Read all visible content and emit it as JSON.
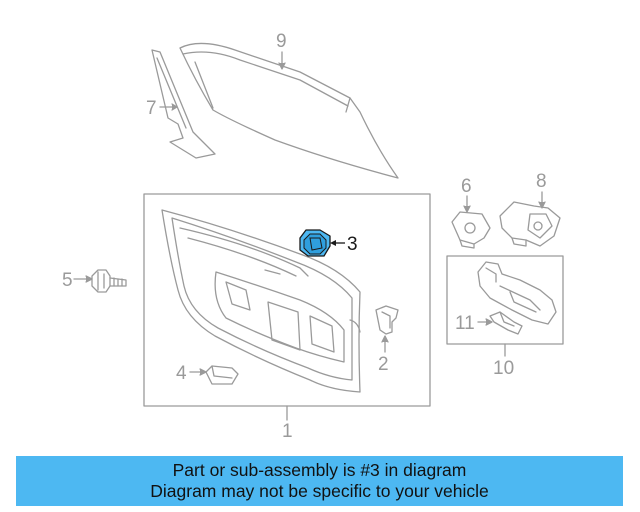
{
  "callouts": {
    "c1": "1",
    "c2": "2",
    "c3": "3",
    "c4": "4",
    "c5": "5",
    "c6": "6",
    "c7": "7",
    "c8": "8",
    "c9": "9",
    "c10": "10",
    "c11": "11"
  },
  "highlight_part": "3",
  "colors": {
    "highlight": "#4db8f2",
    "line_gray": "#9a9a9a",
    "banner_bg": "#4db8f2"
  },
  "banner": {
    "line1": "Part or sub-assembly is #3 in diagram",
    "line2": "Diagram may not be specific to your vehicle"
  }
}
